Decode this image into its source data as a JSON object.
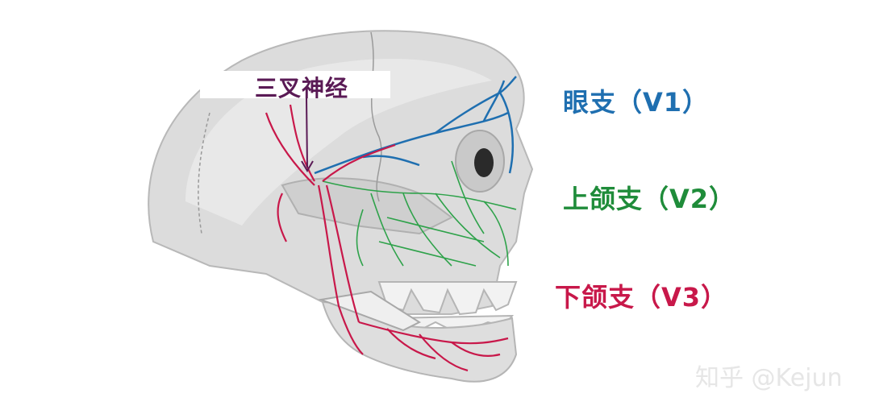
{
  "diagram": {
    "title": "三叉神经",
    "branches": [
      {
        "id": "v1",
        "label": "眼支（V1）",
        "color": "#1f6fb0"
      },
      {
        "id": "v2",
        "label": "上颌支（V2）",
        "color": "#1f8c3a"
      },
      {
        "id": "v3",
        "label": "下颌支（V3）",
        "color": "#c8184a"
      }
    ],
    "title_color": "#5a1a55",
    "skull_color": "#d9d9d9"
  },
  "watermark": "知乎 @Kejun"
}
